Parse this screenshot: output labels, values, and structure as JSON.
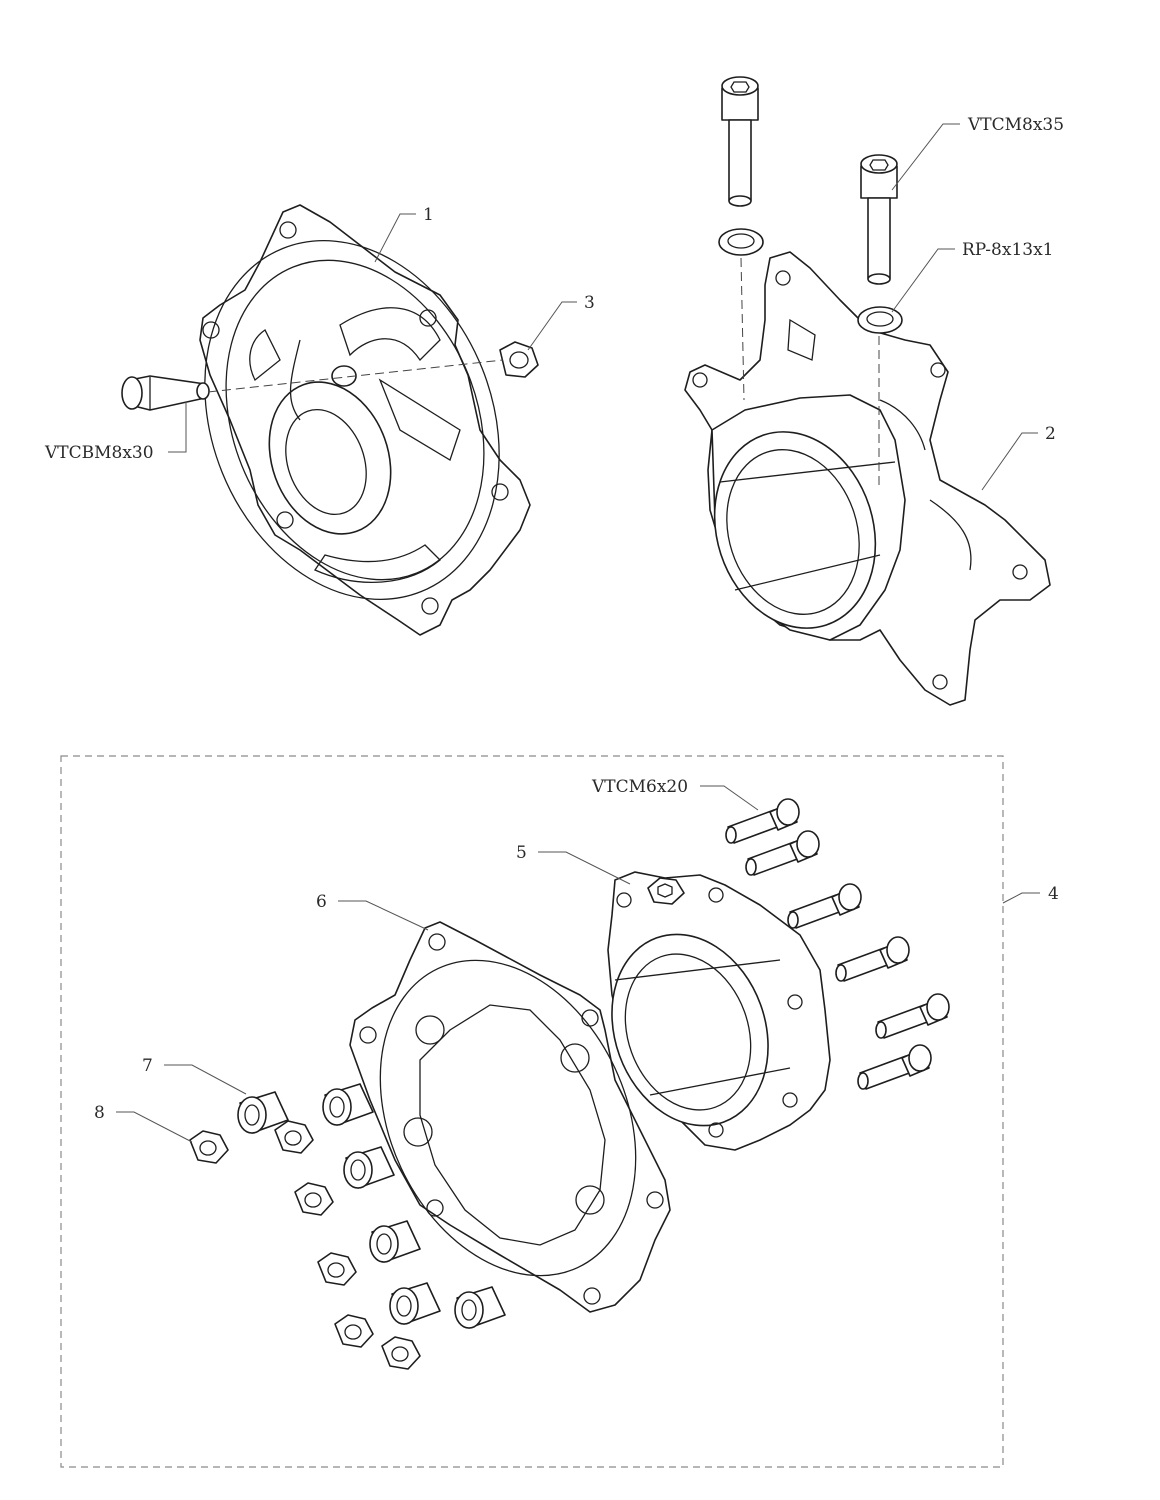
{
  "callouts": {
    "part1": "1",
    "part2": "2",
    "part3": "3",
    "part4": "4",
    "part5": "5",
    "part6": "6",
    "part7": "7",
    "part8": "8",
    "bolt_vtcbm8x30": "VTCBM8x30",
    "bolt_vtcm8x35": "VTCM8x35",
    "washer_rp": "RP-8x13x1",
    "bolt_vtcm6x20": "VTCM6x20"
  }
}
